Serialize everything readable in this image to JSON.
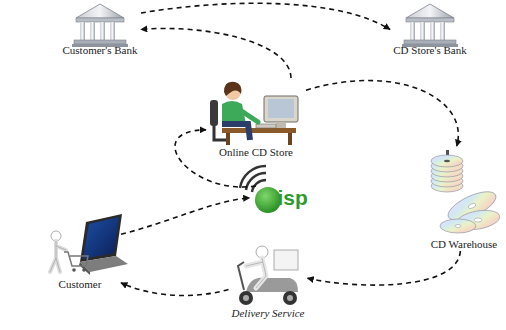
{
  "diagram": {
    "nodes": [
      {
        "text": [
          "Customer's Bank"
        ]
      },
      {
        "text": [
          "CD Store's Bank"
        ]
      },
      {
        "text": [
          "Online CD Store"
        ]
      },
      {
        "text": [
          "isp"
        ]
      },
      {
        "text": [
          "CD Warehouse"
        ]
      },
      {
        "text": [
          "Customer"
        ]
      },
      {
        "text": [
          "Delivery Service"
        ]
      }
    ],
    "edges": [
      {
        "from": 2,
        "to": 0,
        "arrow": "to"
      },
      {
        "from": 0,
        "to": 1,
        "arrow": "to"
      },
      {
        "from": 2,
        "to": 4,
        "arrow": "to"
      },
      {
        "from": 3,
        "to": 2,
        "arrow": "to"
      },
      {
        "from": 5,
        "to": 3,
        "arrow": "to"
      },
      {
        "from": 4,
        "to": 6,
        "arrow": "to"
      },
      {
        "from": 6,
        "to": 5,
        "arrow": "to"
      }
    ]
  }
}
